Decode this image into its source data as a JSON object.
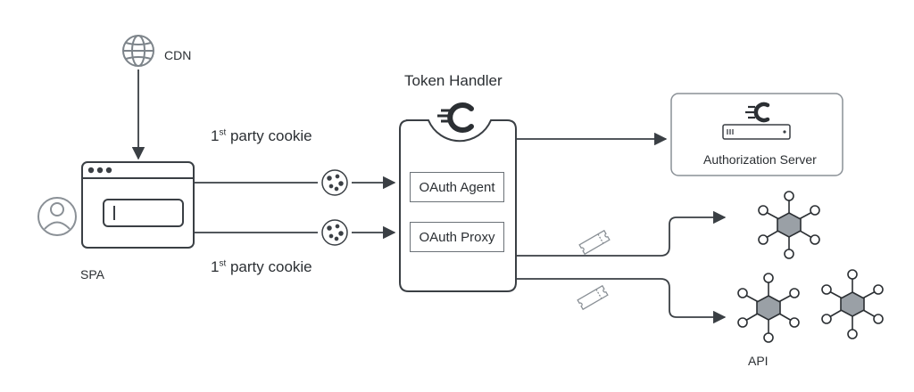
{
  "labels": {
    "cdn": "CDN",
    "token_handler": "Token Handler",
    "cookie_prefix": "1",
    "cookie_sup": "st",
    "cookie_suffix": " party cookie",
    "spa": "SPA",
    "oauth_agent": "OAuth Agent",
    "oauth_proxy": "OAuth Proxy",
    "authorization_server": "Authorization Server",
    "api": "API"
  },
  "colors": {
    "stroke": "#3a3f44",
    "light_stroke": "#8a9096",
    "api_hex_fill": "#9aa0a6",
    "cookie_fill": "#ffffff"
  },
  "icons": {
    "globe": "globe-icon",
    "user": "user-icon",
    "cookie": "cookie-icon",
    "ticket": "token-ticket-icon",
    "curity_logo": "curity-logo-icon",
    "api_node": "api-hexagon-icon"
  }
}
